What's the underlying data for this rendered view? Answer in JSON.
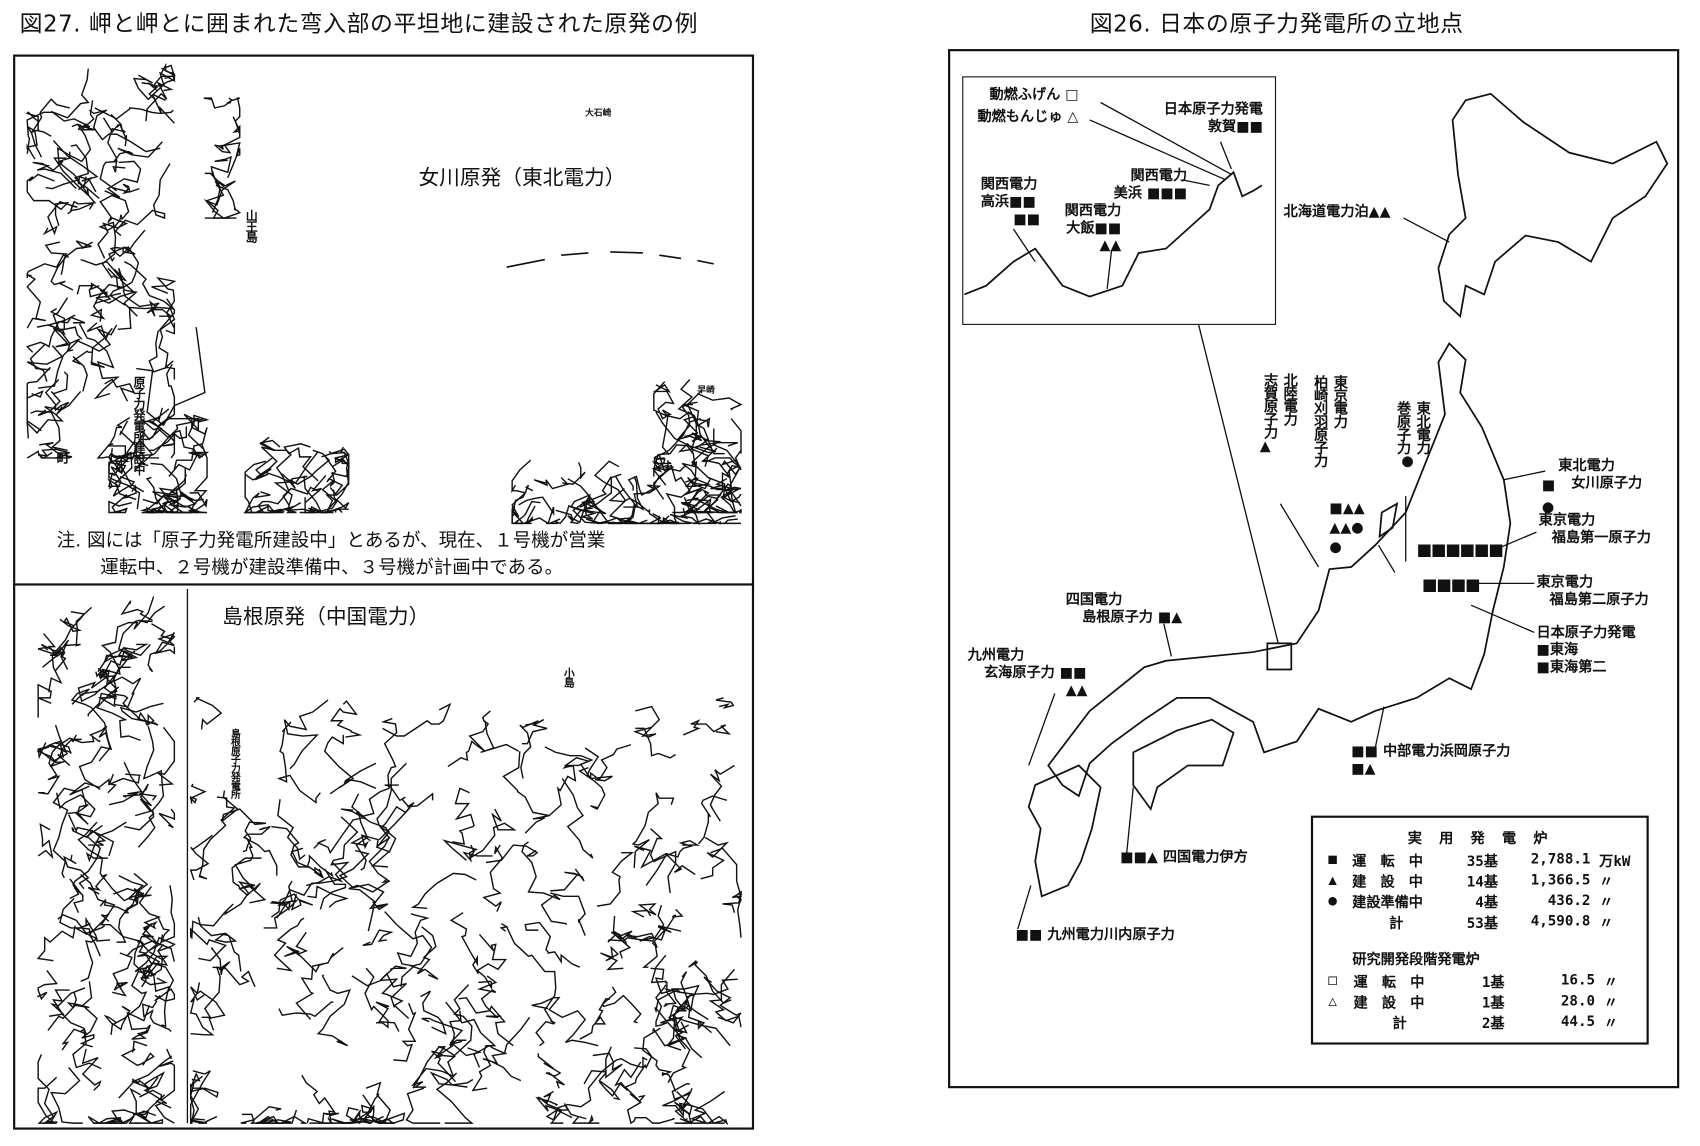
{
  "left": {
    "title": "図27. 岬と岬とに囲まれた弯入部の平坦地に建設された原発の例",
    "onagawa": {
      "title": "女川原発（東北電力）",
      "labels": {
        "island": "山王島",
        "site": "原子力発電所建設中",
        "cape_ne": "大石崎",
        "cape_e": "早崎",
        "town": "町"
      }
    },
    "note": {
      "line1": "注. 図には「原子力発電所建設中」とあるが、現在、１号機が営業",
      "line2": "運転中、２号機が建設準備中、３号機が計画中である。"
    },
    "shimane": {
      "title": "島根原発（中国電力）",
      "labels": {
        "site": "島根原子力発電所",
        "island": "小島"
      }
    }
  },
  "right": {
    "title": "図26. 日本の原子力発電所の立地点",
    "inset": [
      {
        "name": "動燃ふげん",
        "markers": "□"
      },
      {
        "name": "動燃もんじゅ",
        "markers": "△"
      },
      {
        "company": "日本原子力発電",
        "name": "敦賀",
        "markers": "■■"
      },
      {
        "company": "関西電力",
        "name": "美浜",
        "markers": "■■■"
      },
      {
        "company": "関西電力",
        "name": "高浜",
        "markers": "■■",
        "markers2": "■■"
      },
      {
        "company": "関西電力",
        "name": "大飯",
        "markers": "■■",
        "markers2": "▲▲"
      }
    ],
    "sites": {
      "tomari": {
        "name": "北海道電力泊",
        "markers": "▲▲"
      },
      "shika": {
        "company": "北陸電力",
        "name": "志賀原子力",
        "markers": "▲"
      },
      "kashiwazaki": {
        "company": "東京電力",
        "name": "柏崎刈羽原子力",
        "markers": "■▲▲",
        "markers2": "▲▲●",
        "markers3": "●"
      },
      "maki": {
        "company": "東北電力",
        "name": "巻原子力",
        "markers": "●"
      },
      "onagawa": {
        "company": "東北電力",
        "name": "女川原子力",
        "markers": "■",
        "markers2": "●"
      },
      "fukushima1": {
        "company": "東京電力",
        "name": "福島第一原子力",
        "markers": "■■■■■■"
      },
      "fukushima2": {
        "company": "東京電力",
        "name": "福島第二原子力",
        "markers": "■■■■"
      },
      "tokai": {
        "company": "日本原子力発電",
        "name1": "東海",
        "name2": "東海第二",
        "markers": "■"
      },
      "shimane": {
        "company": "四国電力",
        "name": "島根原子力",
        "markers": "■▲"
      },
      "genkai": {
        "company": "九州電力",
        "name": "玄海原子力",
        "markers": "■■",
        "markers2": "▲▲"
      },
      "ikata": {
        "name": "四国電力伊方",
        "markers": "■■▲"
      },
      "sendai": {
        "name": "九州電力川内原子力",
        "markers": "■■"
      },
      "hamaoka": {
        "name": "中部電力浜岡原子力",
        "markers": "■■",
        "markers2": "■▲"
      }
    },
    "legend": {
      "title1": "実 用 発 電 炉",
      "rows1": [
        {
          "sym": "■",
          "label": "運　転　中",
          "count": "35基",
          "value": "2,788.1",
          "unit": "万kW"
        },
        {
          "sym": "▲",
          "label": "建　設　中",
          "count": "14基",
          "value": "1,366.5",
          "unit": "〃"
        },
        {
          "sym": "●",
          "label": "建設準備中",
          "count": "4基",
          "value": "436.2",
          "unit": "〃"
        },
        {
          "sym": "",
          "label": "計",
          "count": "53基",
          "value": "4,590.8",
          "unit": "〃"
        }
      ],
      "title2": "研究開発段階発電炉",
      "rows2": [
        {
          "sym": "□",
          "label": "運　転　中",
          "count": "1基",
          "value": "16.5",
          "unit": "〃"
        },
        {
          "sym": "△",
          "label": "建　設　中",
          "count": "1基",
          "value": "28.0",
          "unit": "〃"
        },
        {
          "sym": "",
          "label": "計",
          "count": "2基",
          "value": "44.5",
          "unit": "〃"
        }
      ]
    }
  }
}
